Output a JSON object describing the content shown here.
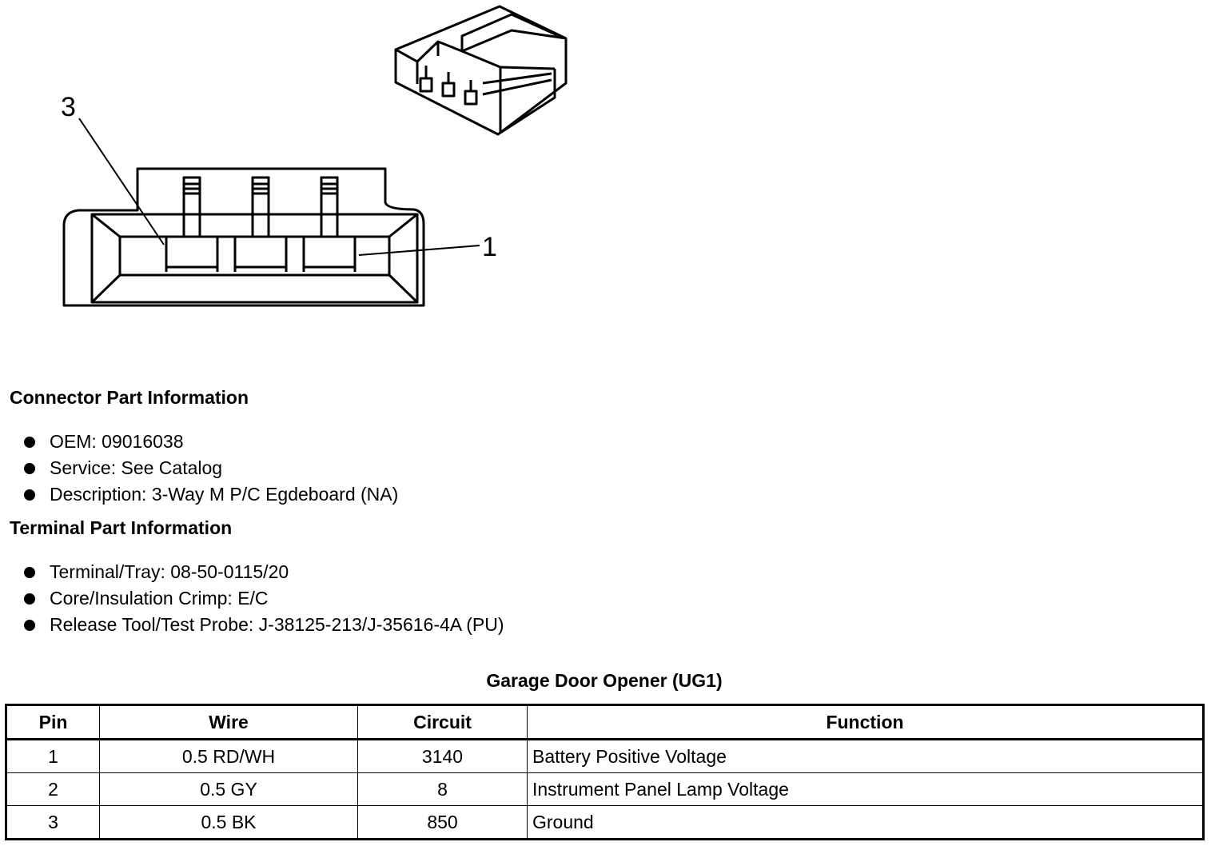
{
  "diagram": {
    "pin_label_3": "3",
    "pin_label_1": "1"
  },
  "connector_info": {
    "heading": "Connector Part Information",
    "items": [
      "OEM: 09016038",
      "Service: See Catalog",
      "Description: 3-Way M P/C Egdeboard (NA)"
    ]
  },
  "terminal_info": {
    "heading": "Terminal Part Information",
    "items": [
      "Terminal/Tray: 08-50-0115/20",
      "Core/Insulation Crimp: E/C",
      "Release Tool/Test Probe: J-38125-213/J-35616-4A (PU)"
    ]
  },
  "table": {
    "title": "Garage Door Opener (UG1)",
    "headers": [
      "Pin",
      "Wire",
      "Circuit",
      "Function"
    ],
    "rows": [
      [
        "1",
        "0.5 RD/WH",
        "3140",
        "Battery Positive Voltage"
      ],
      [
        "2",
        "0.5 GY",
        "8",
        "Instrument Panel Lamp Voltage"
      ],
      [
        "3",
        "0.5 BK",
        "850",
        "Ground"
      ]
    ]
  }
}
